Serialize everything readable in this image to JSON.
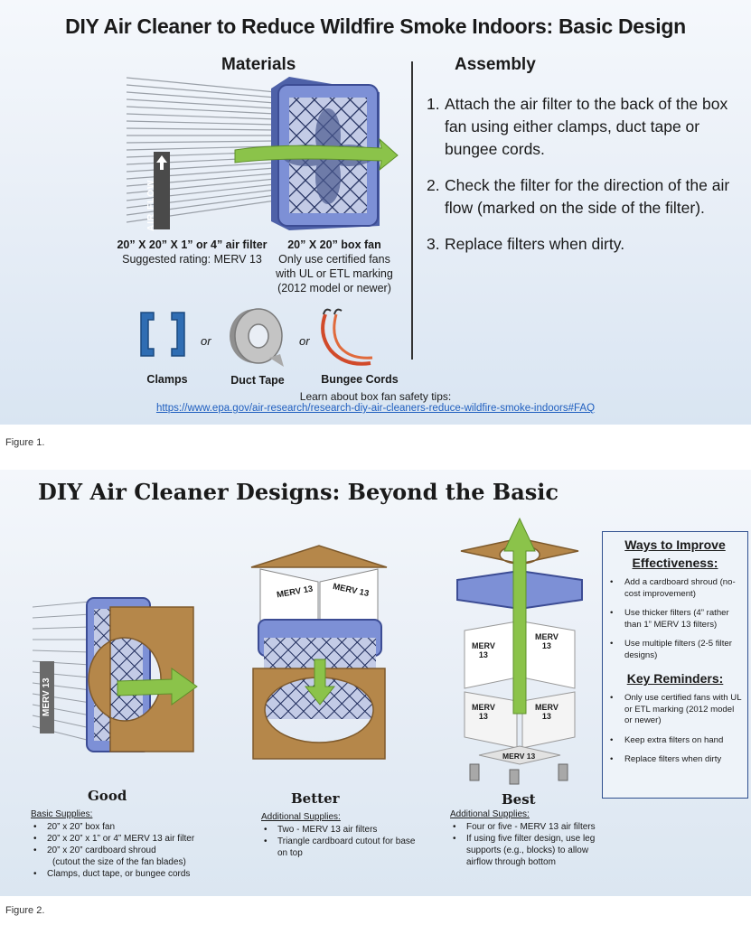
{
  "figure1": {
    "title": "DIY Air Cleaner to Reduce Wildfire Smoke Indoors: Basic Design",
    "materials_heading": "Materials",
    "assembly_heading": "Assembly",
    "airflow_label": "AIR FLOW",
    "filter_caption": {
      "line1": "20” X 20” X 1” or 4” air filter",
      "line2": "Suggested rating: MERV 13"
    },
    "fan_caption": {
      "line1": "20” X 20” box fan",
      "line2": "Only use certified fans",
      "line3": "with UL or ETL marking",
      "line4": "(2012 model or newer)"
    },
    "attachments": {
      "clamps": "Clamps",
      "duct_tape": "Duct Tape",
      "bungee": "Bungee Cords",
      "or": "or"
    },
    "steps": [
      {
        "num": "1.",
        "text": "Attach the air filter to the back of the box fan using either clamps, duct tape or bungee cords."
      },
      {
        "num": "2.",
        "text": "Check the filter for the direction of the air flow (marked on the side of the filter)."
      },
      {
        "num": "3.",
        "text": "Replace filters when dirty."
      }
    ],
    "learn_more": "Learn about box fan safety tips:",
    "link": "https://www.epa.gov/air-research/research-diy-air-cleaners-reduce-wildfire-smoke-indoors#FAQ",
    "caption": "Figure 1."
  },
  "figure2": {
    "title": "DIY Air Cleaner Designs: Beyond the Basic",
    "merv_label": "MERV 13",
    "merv_short": "MERV",
    "merv_num": "13",
    "good": {
      "label": "Good",
      "supplies_heading": "Basic Supplies:",
      "items": [
        "20” x 20” box fan",
        "20” x 20” x 1” or 4” MERV 13 air filter",
        "20” x 20” cardboard shroud",
        "(cutout the size of the fan blades)",
        "Clamps, duct tape, or bungee cords"
      ]
    },
    "better": {
      "label": "Better",
      "supplies_heading": "Additional Supplies:",
      "items": [
        "Two - MERV 13 air filters",
        "Triangle cardboard cutout for base on top"
      ]
    },
    "best": {
      "label": "Best",
      "supplies_heading": "Additional Supplies:",
      "items": [
        "Four or five - MERV 13 air filters",
        "If using five filter design, use leg supports (e.g., blocks) to allow airflow through bottom"
      ]
    },
    "ways": {
      "heading": "Ways to Improve Effectiveness:",
      "items": [
        "Add a cardboard shroud (no-cost improvement)",
        "Use thicker filters (4” rather than 1” MERV 13 filters)",
        "Use multiple filters (2-5 filter designs)"
      ]
    },
    "reminders": {
      "heading": "Key Reminders:",
      "items": [
        "Only use certified fans with UL or ETL marking (2012 model or newer)",
        "Keep extra filters on hand",
        "Replace filters when dirty"
      ]
    },
    "caption": "Figure 2."
  },
  "colors": {
    "fan_blue": "#6f84c9",
    "arrow_green": "#8bc34a",
    "cardboard": "#b5874a",
    "link_blue": "#1f5fbf"
  }
}
